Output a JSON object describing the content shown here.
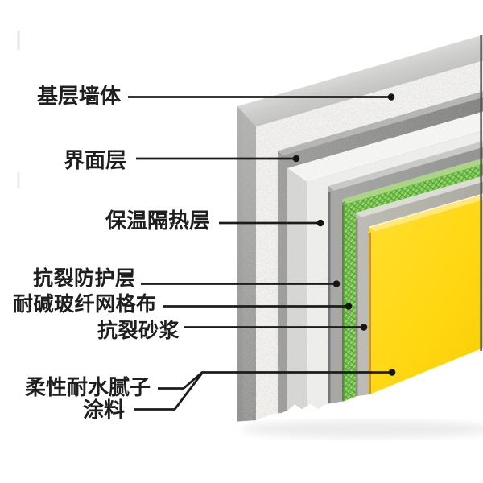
{
  "diagram": {
    "labels": [
      {
        "id": "base-wall",
        "text": "基层墙体"
      },
      {
        "id": "interface-layer",
        "text": "界面层"
      },
      {
        "id": "insulation-layer",
        "text": "保温隔热层"
      },
      {
        "id": "crack-protection-layer",
        "text": "抗裂防护层"
      },
      {
        "id": "fiberglass-mesh",
        "text": "耐碱玻纤网格布"
      },
      {
        "id": "crack-mortar",
        "text": "抗裂砂浆"
      },
      {
        "id": "flexible-putty",
        "text": "柔性耐水腻子"
      },
      {
        "id": "coating",
        "text": "涂料"
      }
    ],
    "layers_back_to_front": [
      {
        "name": "基层墙体",
        "front": "#f5f4f1",
        "side": "#a3a3a1",
        "top": "#cfcfcd"
      },
      {
        "name": "界面层",
        "front": "#8e8e8c"
      },
      {
        "name": "保温隔热层",
        "front": "#f0f0ee"
      },
      {
        "name": "抗裂防护层",
        "front": "#9b9b99"
      },
      {
        "name": "耐碱玻纤网格布",
        "front": "#6cbd45"
      },
      {
        "name": "抗裂砂浆",
        "front": "#b5b5ad"
      },
      {
        "name": "柔性耐水腻子涂料",
        "front": "#ffd60f"
      }
    ],
    "colors": {
      "background": "#ffffff",
      "label_text": "#1f1f1f",
      "leader_line": "#1c1c1c",
      "leader_dot": "#151515",
      "edge_border": "#4b4b4b",
      "mesh_green_light": "#abdc8a",
      "mesh_green_dark": "#559e33",
      "yellow_bevel": "#ffe876",
      "yellow_edge": "#c8991b"
    }
  }
}
